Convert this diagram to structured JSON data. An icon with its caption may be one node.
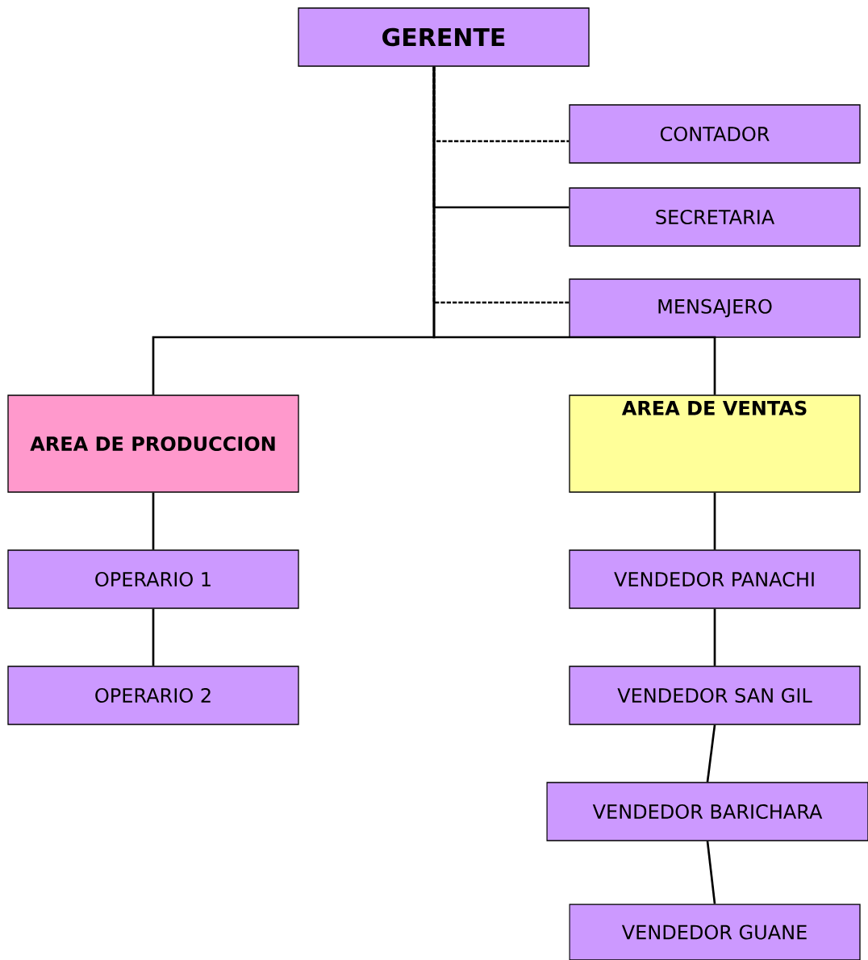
{
  "diagram": {
    "nodes": [
      {
        "text": [
          "GERENTE"
        ]
      },
      {
        "text": [
          "CONTADOR"
        ]
      },
      {
        "text": [
          "SECRETARIA"
        ]
      },
      {
        "text": [
          "MENSAJERO"
        ]
      },
      {
        "text": [
          "AREA DE PRODUCCION"
        ]
      },
      {
        "text": [
          "AREA DE VENTAS"
        ]
      },
      {
        "text": [
          "OPERARIO 1"
        ]
      },
      {
        "text": [
          "OPERARIO 2"
        ]
      },
      {
        "text": [
          "VENDEDOR PANACHI"
        ]
      },
      {
        "text": [
          "VENDEDOR SAN GIL"
        ]
      },
      {
        "text": [
          "VENDEDOR BARICHARA"
        ]
      },
      {
        "text": [
          "VENDEDOR GUANE"
        ]
      }
    ],
    "edges": [
      {
        "from": 0,
        "to": 1,
        "arrow": "none",
        "style": "dashed"
      },
      {
        "from": 0,
        "to": 2,
        "arrow": "none"
      },
      {
        "from": 0,
        "to": 3,
        "arrow": "none",
        "style": "dashed"
      },
      {
        "from": 0,
        "to": 4,
        "arrow": "none"
      },
      {
        "from": 0,
        "to": 5,
        "arrow": "none"
      },
      {
        "from": 4,
        "to": 6,
        "arrow": "none"
      },
      {
        "from": 6,
        "to": 7,
        "arrow": "none"
      },
      {
        "from": 5,
        "to": 8,
        "arrow": "none"
      },
      {
        "from": 8,
        "to": 9,
        "arrow": "none"
      },
      {
        "from": 9,
        "to": 10,
        "arrow": "none"
      },
      {
        "from": 10,
        "to": 11,
        "arrow": "none"
      }
    ]
  }
}
